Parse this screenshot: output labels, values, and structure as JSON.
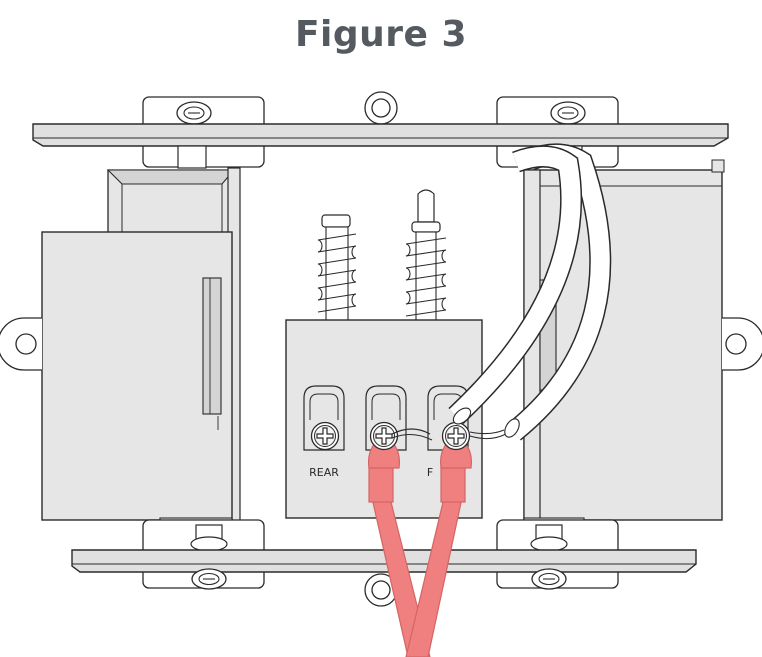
{
  "title": "Figure 3",
  "terminal_labels": {
    "rear": "REAR",
    "front": "F"
  },
  "colors": {
    "title": "#555a60",
    "outline": "#2a2a2a",
    "device_fill": "#e6e6e6",
    "device_shade": "#d4d4d4",
    "plate_fill": "#e0e0e0",
    "wire_red": "#f08080",
    "wire_red_dark": "#d46565",
    "wire_white": "#ffffff",
    "background": "#ffffff"
  },
  "icons": {
    "screw": "phillips-screw-icon",
    "spring": "compression-spring-icon"
  }
}
